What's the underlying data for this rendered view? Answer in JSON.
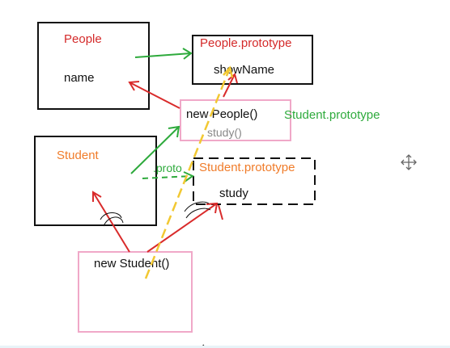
{
  "nodes": {
    "people": {
      "title": "People",
      "field": "name"
    },
    "people_prototype": {
      "title": "People.prototype",
      "method": "showName"
    },
    "new_people": {
      "title": "new People()",
      "method": "study()"
    },
    "student": {
      "title": "Student"
    },
    "student_prototype": {
      "title": "Student.prototype",
      "method": "study",
      "proto_label": ".proto"
    },
    "new_student": {
      "title": "new Student()"
    }
  },
  "annotations": {
    "student_prototype_label": "Student.prototype"
  },
  "colors": {
    "black": "#111111",
    "red_text": "#d42a2a",
    "orange_text": "#f07c2a",
    "green": "#2eaa3c",
    "red_arrow": "#d92b2b",
    "yellow_dash": "#f2c832",
    "pink_box": "#f0a8c8"
  },
  "icons": {
    "move": "move-icon"
  }
}
